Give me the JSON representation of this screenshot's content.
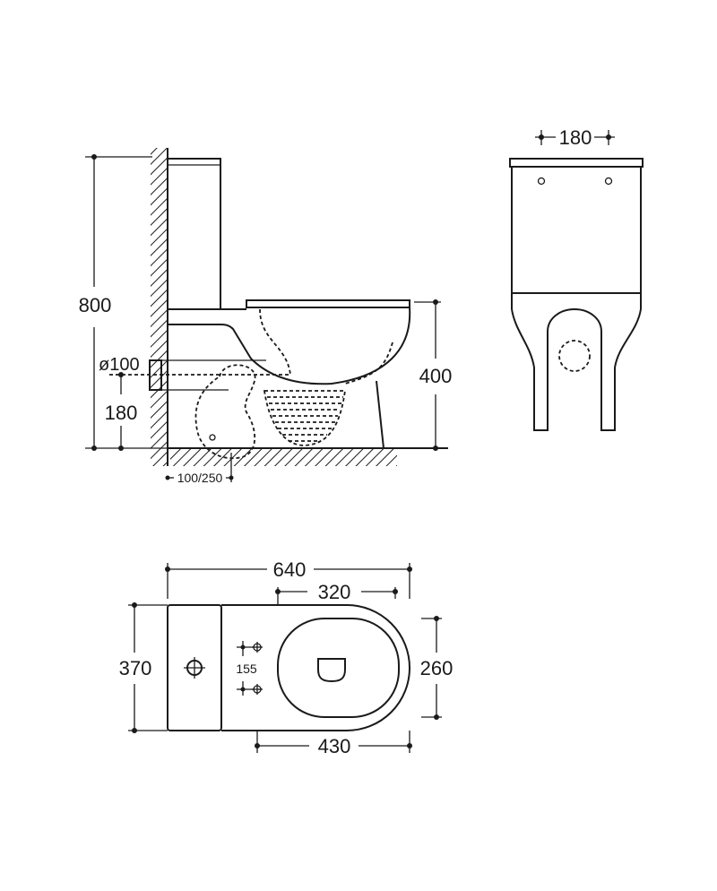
{
  "side_view": {
    "height_total": "800",
    "pipe_diameter": "ø100",
    "pipe_height": "180",
    "seat_height": "400",
    "rough_in": "100/250"
  },
  "front_view": {
    "hole_spacing": "180"
  },
  "top_view": {
    "length": "640",
    "bowl_offset": "320",
    "width": "370",
    "bowl_width": "260",
    "bowl_length": "430",
    "fixing_spacing": "155"
  }
}
